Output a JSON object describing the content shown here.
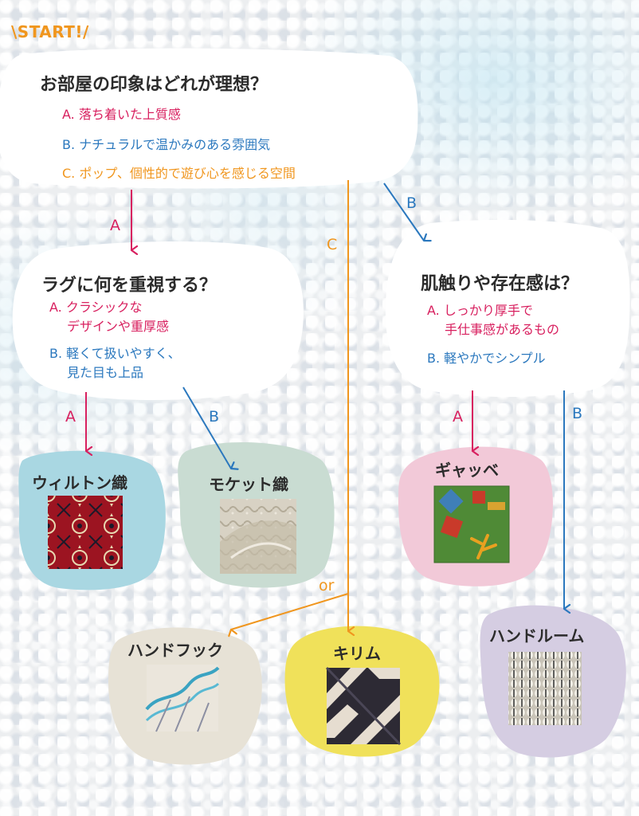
{
  "colors": {
    "a": "#d8205f",
    "b": "#2b78be",
    "c": "#f0961e",
    "text": "#2b2b2b",
    "bubble": "#ffffff",
    "blob_wilton": "#a9d7e2",
    "blob_moquette": "#c9dcd2",
    "blob_gabbeh": "#f2c9d8",
    "blob_handhook": "#e7e2d6",
    "blob_kilim": "#f0e15a",
    "blob_handloom": "#d5cde2"
  },
  "start": {
    "label": "\\START!/"
  },
  "q1": {
    "title": "お部屋の印象はどれが理想？",
    "option_a": "A. 落ち着いた上質感",
    "option_b": "B. ナチュラルで温かみのある雰囲気",
    "option_c": "C. ポップ、個性的で遊び心を感じる空間"
  },
  "q2": {
    "title": "ラグに何を重視する？",
    "option_a": [
      "A. クラシックな",
      "デザインや重厚感"
    ],
    "option_b": [
      "B. 軽くて扱いやすく、",
      "見た目も上品"
    ]
  },
  "q3": {
    "title": "肌触りや存在感は？",
    "option_a": [
      "A. しっかり厚手で",
      "手仕事感があるもの"
    ],
    "option_b": "B. 軽やかでシンプル"
  },
  "branches": {
    "q1_a": "A",
    "q1_b": "B",
    "q1_c": "C",
    "q2_a": "A",
    "q2_b": "B",
    "q3_a": "A",
    "q3_b": "B",
    "or": "or"
  },
  "results": {
    "wilton": {
      "name": "ウィルトン織",
      "icon": "wilton-rug-photo"
    },
    "moquette": {
      "name": "モケット織",
      "icon": "moquette-rug-photo"
    },
    "gabbeh": {
      "name": "ギャッベ",
      "icon": "gabbeh-rug-photo"
    },
    "handhook": {
      "name": "ハンドフック",
      "icon": "handhook-rug-photo"
    },
    "kilim": {
      "name": "キリム",
      "icon": "kilim-rug-photo"
    },
    "handloom": {
      "name": "ハンドルーム",
      "icon": "handloom-rug-photo"
    }
  }
}
